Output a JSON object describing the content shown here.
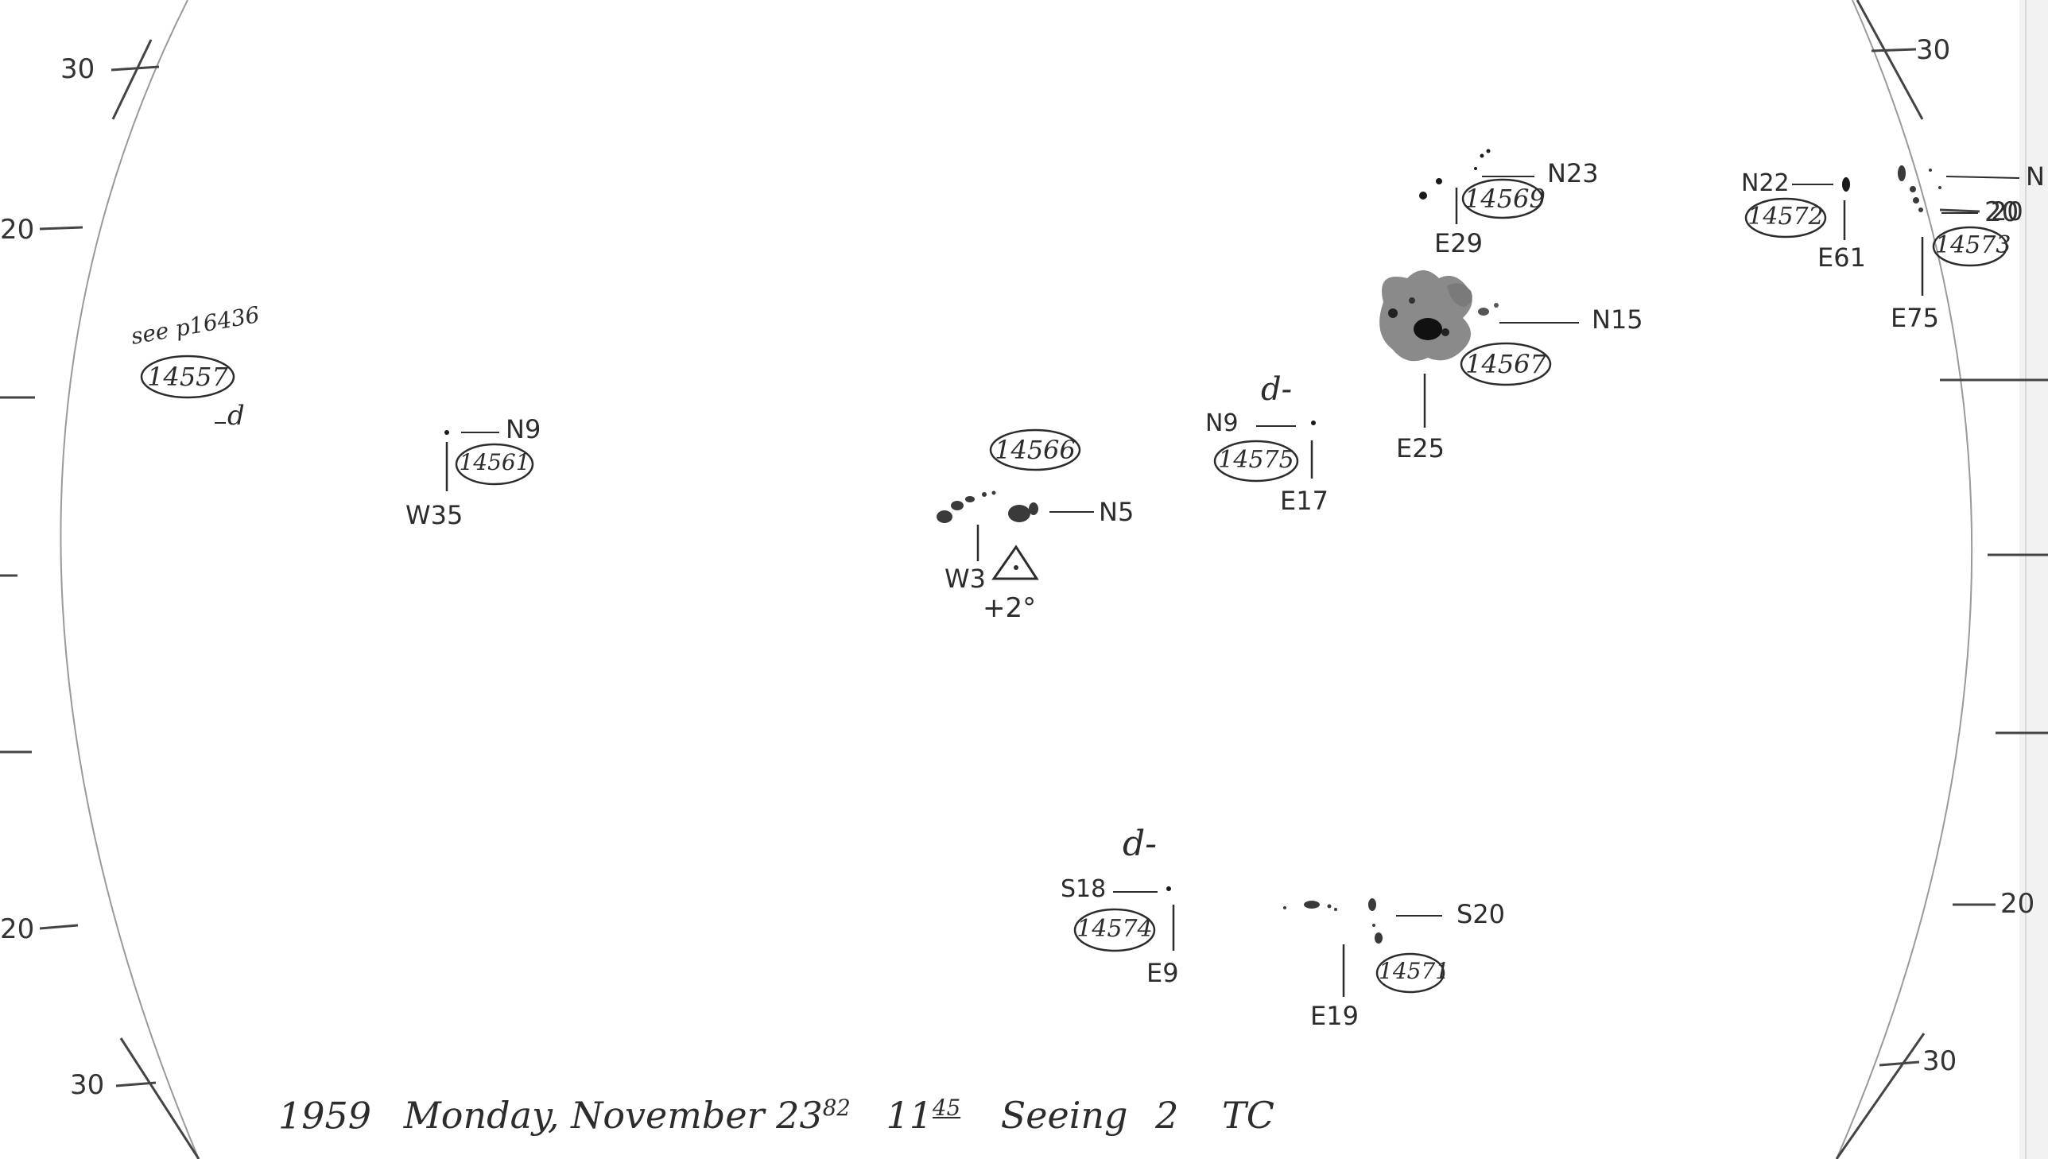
{
  "latitude_ticks": {
    "left_top_30": "30",
    "left_top_20": "20",
    "left_bottom_20": "20",
    "left_bottom_30": "30",
    "right_top_30": "30",
    "right_top_20": "20",
    "right_bottom_20": "20",
    "right_bottom_30": "30"
  },
  "groups": [
    {
      "id": "14557",
      "lat": "",
      "lon": "",
      "note": "see p16436",
      "flag": "d"
    },
    {
      "id": "14561",
      "lat": "N9",
      "lon": "W35"
    },
    {
      "id": "14566",
      "lat": "N5",
      "lon": "W3"
    },
    {
      "id": "14575",
      "lat": "N9",
      "lon": "E17",
      "flag": "d-"
    },
    {
      "id": "14567",
      "lat": "N15",
      "lon": "E25"
    },
    {
      "id": "14569",
      "lat": "N23",
      "lon": "E29"
    },
    {
      "id": "14572",
      "lat": "N22",
      "lon": "E61"
    },
    {
      "id": "14573",
      "lat": "20",
      "lon": "E75",
      "lat_extra": "N"
    },
    {
      "id": "14574",
      "lat": "S18",
      "lon": "E9",
      "flag": "d-"
    },
    {
      "id": "14571",
      "lat": "S20",
      "lon": "E19"
    }
  ],
  "center_marker": {
    "symbol": "△",
    "offset": "+2°"
  },
  "footer": {
    "year": "1959",
    "weekday_date": "Monday, November 23",
    "date_sup": "82",
    "time_hour": "11",
    "time_sup": "45",
    "seeing_label": "Seeing",
    "seeing_value": "2",
    "observer": "TC"
  },
  "colors": {
    "paper": "#ffffff",
    "pencil": "#2c2c2c",
    "spot": "#1a1a1a",
    "penumbra": "#8a8a8a"
  }
}
